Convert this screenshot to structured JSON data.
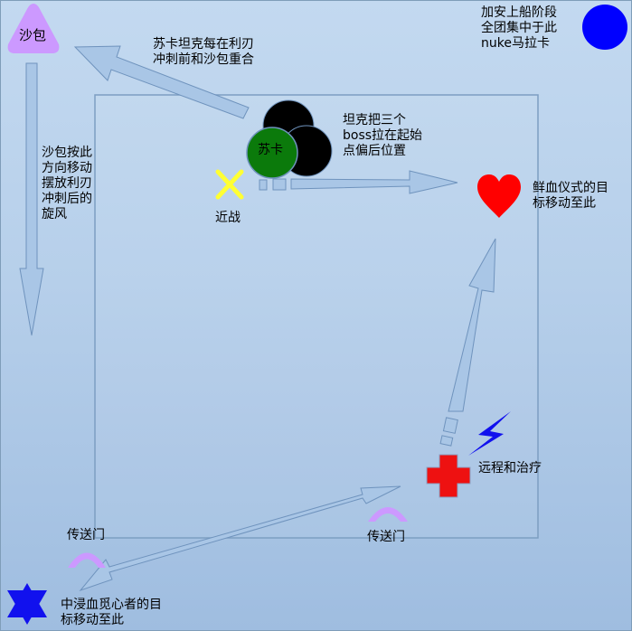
{
  "labels": {
    "sandbag": "沙包",
    "sandbag_path": "沙包按此\n方向移动\n摆放利刃\n冲刺后的\n旋风",
    "suka_tank_note": "苏卡坦克每在利刃\n冲刺前和沙包重合",
    "boss_note": "坦克把三个\nboss拉在起始\n点偏后位置",
    "suka": "苏卡",
    "melee": "近战",
    "boarding": "加安上船阶段\n全团集中于此\nnuke马拉卡",
    "blood_ritual": "鲜血仪式的目\n标移动至此",
    "ranged_heal": "远程和治疗",
    "portal_left": "传送门",
    "portal_right": "传送门",
    "seeker": "中浸血觅心者的目\n标移动至此"
  },
  "colors": {
    "arrow_fill": "#a9c6e6",
    "arrow_stroke": "#6f93bd",
    "box_stroke": "#7d9ec2",
    "boss": "#000000",
    "suka": "#0b7a0b",
    "melee_x": "#ffff33",
    "heart": "#ff0000",
    "cross": "#ee1111",
    "bolt": "#1111ee",
    "star": "#1111ee",
    "circle": "#0000ff",
    "portal": "#cc99ff",
    "sandbag": "#cc99ff"
  },
  "icons": [
    "sandbag-triangle",
    "boss-circle",
    "suka-circle",
    "melee-x-icon",
    "heart-icon",
    "red-cross-icon",
    "lightning-icon",
    "star-icon",
    "blue-circle-icon",
    "portal-arc-icon"
  ]
}
